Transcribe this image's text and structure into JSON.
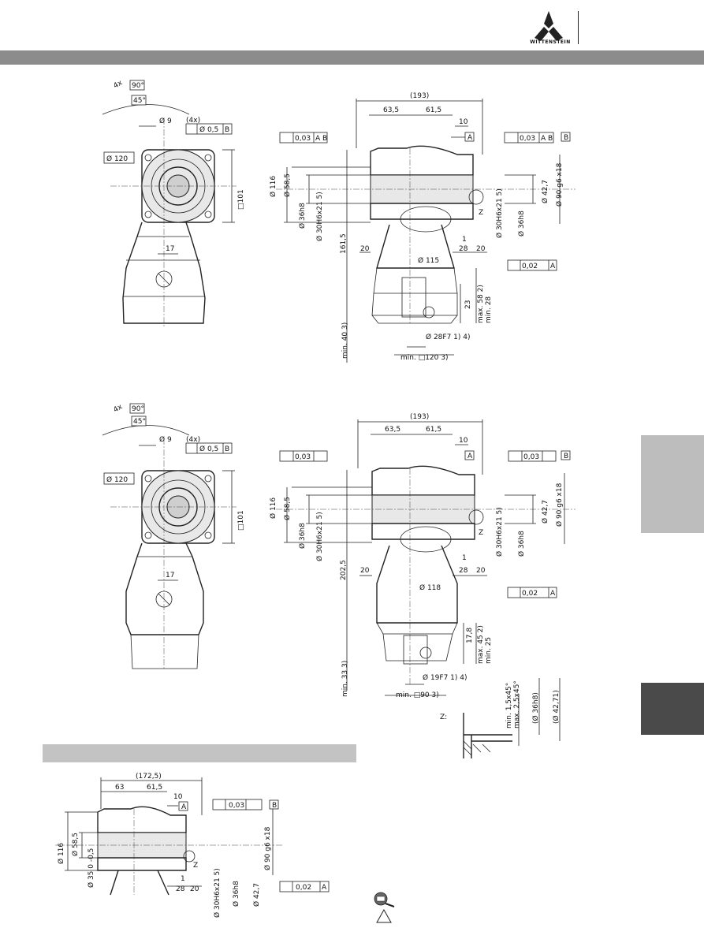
{
  "header": {
    "logo_text": "WITTENSTEIN"
  },
  "drawing1": {
    "front": {
      "angle_4x": "4x",
      "angle_90": "90°",
      "angle_45": "45°",
      "dia_9": "Ø 9",
      "qty_4x": "(4x)",
      "tol_pos": "Ø 0,5",
      "datum_b": "B",
      "dia_120": "Ø 120",
      "sq_101": "□101",
      "dim_17": "17"
    },
    "side": {
      "overall": "(193)",
      "dim_63_5": "63,5",
      "dim_61_5": "61,5",
      "dim_10": "10",
      "runout_left": "0,03",
      "runout_right": "0,03",
      "datum_a": "A",
      "datum_b": "B",
      "datum_ab": "A B",
      "d116": "Ø 116",
      "d58_5": "Ø 58,5",
      "d36h8": "Ø 36h8",
      "d30x21": "Ø 30H6x21 5)",
      "d42_7": "Ø 42,7",
      "d90": "Ø 90 g6 x18",
      "d36h8_r": "Ø 36h8",
      "d30x21_r": "Ø 30H6x21 5)",
      "h161_5": "161,5",
      "dim_20": "20",
      "dim_28": "28",
      "dim_20_r": "20",
      "dim_1": "1",
      "d115": "Ø 115",
      "perp": "0,02",
      "z": "Z",
      "max58": "max. 58 2)",
      "min28": "min. 28",
      "dim_23": "23",
      "d28": "Ø 28F7 1) 4)",
      "min40": "min. 40 3)",
      "min120": "min. □120 3)"
    }
  },
  "drawing2": {
    "front": {
      "angle_4x": "4x",
      "angle_90": "90°",
      "angle_45": "45°",
      "dia_9": "Ø 9",
      "qty_4x": "(4x)",
      "tol_pos": "Ø 0,5",
      "datum_b": "B",
      "dia_120": "Ø 120",
      "sq_101": "□101",
      "dim_17": "17"
    },
    "side": {
      "overall": "(193)",
      "dim_63_5": "63,5",
      "dim_61_5": "61,5",
      "dim_10": "10",
      "runout_left": "0,03",
      "runout_right": "0,03",
      "datum_a": "A",
      "datum_b": "B",
      "d116": "Ø 116",
      "d58_5": "Ø 58,5",
      "d36h8": "Ø 36h8",
      "d30x21": "Ø 30H6x21 5)",
      "d42_7": "Ø 42,7",
      "d90": "Ø 90 g6 x18",
      "d36h8_r": "Ø 36h8",
      "d30x21_r": "Ø 30H6x21 5)",
      "h202_5": "202,5",
      "dim_20": "20",
      "dim_28": "28",
      "dim_20_r": "20",
      "dim_1": "1",
      "d118": "Ø 118",
      "perp": "0,02",
      "z": "Z",
      "dim_17_8": "17,8",
      "max45": "max. 45 2)",
      "min25": "min. 25",
      "d19": "Ø 19F7 1) 4)",
      "min33": "min. 33 3)",
      "min90": "min. □90 3)"
    }
  },
  "detail_z": {
    "label": "Z:",
    "chamfer_min": "min. 1,5x45°",
    "chamfer_max": "max. 2,5x45°",
    "d36": "(Ø 36h8)",
    "d42": "(Ø 42,71)"
  },
  "drawing3": {
    "overall": "(172,5)",
    "dim_63": "63",
    "dim_61_5": "61,5",
    "dim_10": "10",
    "runout": "0,03",
    "datum_a": "A",
    "datum_b": "B",
    "d116": "Ø 116",
    "d58_5": "Ø 58,5",
    "d35": "Ø 35 0 -0,5",
    "d90": "Ø 90 g6 x18",
    "d30x21": "Ø 30H6x21 5)",
    "d36h8": "Ø 36h8",
    "d42_7": "Ø 42,7",
    "dim_1": "1",
    "dim_28": "28",
    "dim_20": "20",
    "z": "Z",
    "perp": "0,02"
  },
  "colors": {
    "topbar": "#8c8c8c",
    "tab_light": "#bdbdbd",
    "tab_dark": "#4a4a4a",
    "section_bar": "#c3c3c3"
  }
}
